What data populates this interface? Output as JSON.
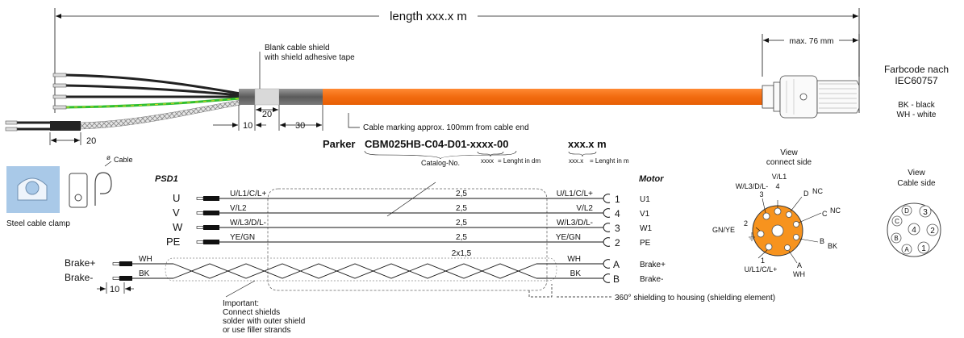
{
  "length_label": "length xxx.x m",
  "max_label": "max. 76 mm",
  "shield_note": [
    "Blank cable shield",
    "with shield adhesive tape"
  ],
  "dims": {
    "d20": "20",
    "d10": "10",
    "d30": "30",
    "left20": "20",
    "brake10": "10"
  },
  "marking_note": "Cable marking approx. 100mm from cable end",
  "parker": {
    "brand": "Parker",
    "code": "CBM025HB-C04-D01-xxxx-00",
    "length": "xxx.x m"
  },
  "catalog": {
    "label": "Catalog-No.",
    "xxxx": "xxxx",
    "dm_note": "= Lenght in dm",
    "xxx": "xxx.x",
    "m_note": "= Lenght in m"
  },
  "color_code": {
    "title1": "Farbcode nach",
    "title2": "IEC60757",
    "bk": "BK - black",
    "wh": "WH - white"
  },
  "clamp": {
    "label": "Steel cable clamp",
    "cable": "Cable",
    "dia": "ø"
  },
  "psd1": "PSD1",
  "motor": "Motor",
  "left_signals": [
    "U",
    "V",
    "W",
    "PE",
    "Brake+",
    "Brake-"
  ],
  "wires": [
    {
      "left": "U/L1/C/L+",
      "size": "2,5",
      "right": "U/L1/C/L+",
      "pin": "1",
      "motor": "U1"
    },
    {
      "left": "V/L2",
      "size": "2,5",
      "right": "V/L2",
      "pin": "4",
      "motor": "V1"
    },
    {
      "left": "W/L3/D/L-",
      "size": "2,5",
      "right": "W/L3/D/L-",
      "pin": "3",
      "motor": "W1"
    },
    {
      "left": "YE/GN",
      "size": "2,5",
      "right": "YE/GN",
      "pin": "2",
      "motor": "PE"
    }
  ],
  "brake_wires": [
    {
      "left": "WH",
      "right": "WH",
      "pin": "A",
      "motor": "Brake+"
    },
    {
      "left": "BK",
      "right": "BK",
      "pin": "B",
      "motor": "Brake-"
    }
  ],
  "brake_size": "2x1,5",
  "important": [
    "Important:",
    "Connect shields",
    "solder with outer shield",
    "or use filler strands"
  ],
  "shielding_note": "360° shielding to housing (shielding element)",
  "view_connect": {
    "title1": "View",
    "title2": "connect side",
    "labels": {
      "top": "V/L1",
      "top_pin": "4",
      "w": "W/L3/D/L-",
      "w_pin": "3",
      "d": "D",
      "nc1": "NC",
      "c": "C",
      "nc2": "NC",
      "gn": "GN/YE",
      "gn_pin": "2",
      "b": "B",
      "bk": "BK",
      "u_pin": "1",
      "u": "U/L1/C/L+",
      "a": "A",
      "wh": "WH"
    }
  },
  "view_cable": {
    "title1": "View",
    "title2": "Cable side",
    "pins": [
      "D",
      "3",
      "C",
      "4",
      "2",
      "B",
      "A",
      "1"
    ]
  }
}
